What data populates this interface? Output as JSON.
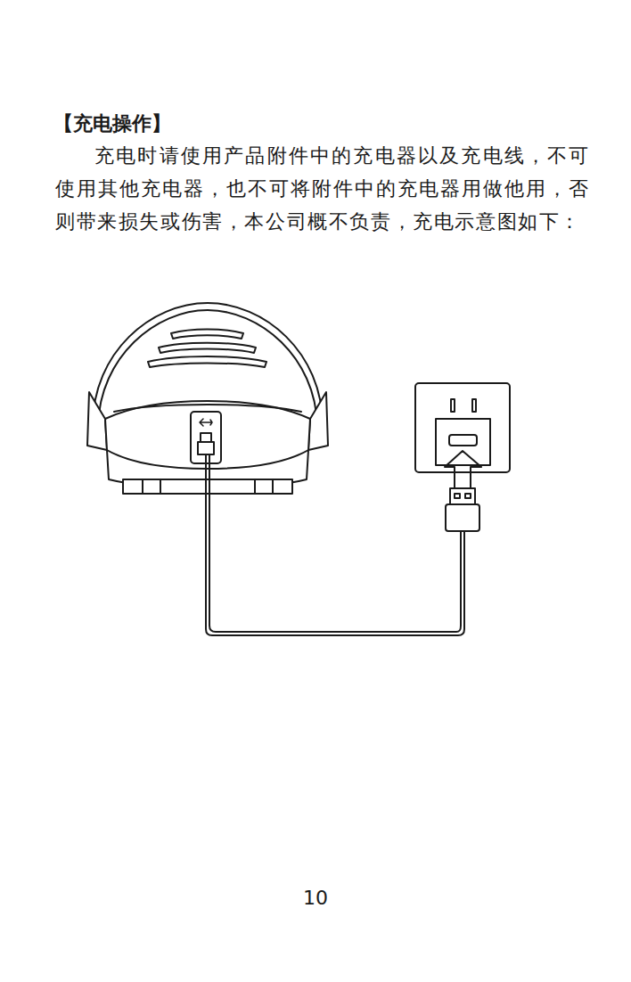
{
  "diagram": {
    "title": "【充电操作】",
    "labels": [
      "充电时请使用产品附件中的充电器以及充电线，不可使用其他充电器，也不可将附件中的充电器用做他用，否则带来损失或伤害，本公司概不负责，充电示意图如下：",
      "10"
    ]
  }
}
